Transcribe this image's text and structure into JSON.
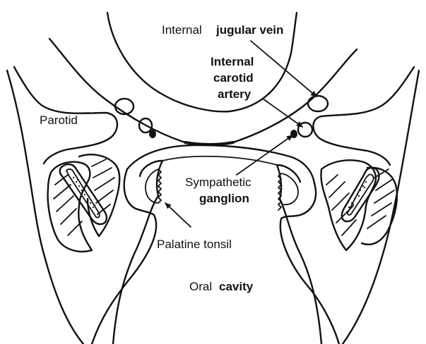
{
  "labels": {
    "internal_jugular_vein_a": "Internal",
    "internal_jugular_vein_b": "jugular vein",
    "internal_carotid_1": "Internal",
    "internal_carotid_2": "carotid",
    "internal_carotid_3": "artery",
    "parotid": "Parotid",
    "sympathetic_1": "Sympathetic",
    "sympathetic_2": "ganglion",
    "palatine_tonsil": "Palatine tonsil",
    "oral_cavity_a": "Oral",
    "oral_cavity_b": "cavity"
  },
  "colors": {
    "ink": "#111111",
    "background": "#ffffff"
  }
}
